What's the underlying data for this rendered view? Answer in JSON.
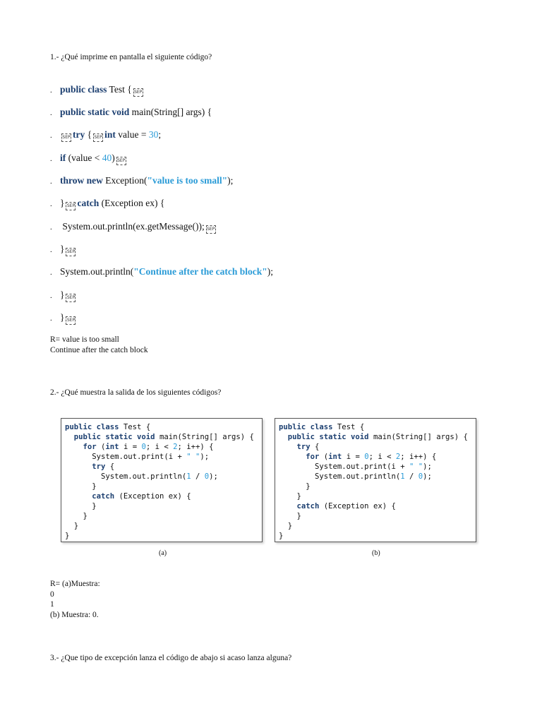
{
  "q1": {
    "title": "1.- ¿Qué imprime en pantalla el siguiente código?",
    "bullet": ".",
    "sep_label": "SEP",
    "answer_lines": [
      "R= value is too small",
      "Continue after the catch block"
    ]
  },
  "q1_code": {
    "l1_kw": "public class",
    "l1_rest": " Test {",
    "l2_kw": "public static void",
    "l2_rest": " main(String[] args) {",
    "l3_kw1": "try",
    "l3_mid": " {",
    "l3_kw2": "int",
    "l3_rest1": " value = ",
    "l3_num": "30",
    "l3_rest2": ";",
    "l4_kw": "if",
    "l4_rest1": " (value < ",
    "l4_num": "40",
    "l4_rest2": ")",
    "l5_kw": "throw new",
    "l5_rest1": " Exception(",
    "l5_str": "\"value is too small\"",
    "l5_rest2": ");",
    "l6_pre": "}",
    "l6_kw": "catch",
    "l6_rest": " (Exception ex) {",
    "l7_text": " System.out.println(ex.getMessage());",
    "l8_text": "}",
    "l9_pre": "System.out.println(",
    "l9_str": "\"Continue after the catch block\"",
    "l9_post": ");",
    "l10_text": "}",
    "l11_text": "}"
  },
  "q2": {
    "title": "2.- ¿Qué muestra la salida de los siguientes códigos?",
    "caption_a": "(a)",
    "caption_b": "(b)",
    "answer_lines": [
      "R= (a)Muestra:",
      "0",
      "1",
      "(b) Muestra: 0."
    ]
  },
  "q3": {
    "title": "3.- ¿Que tipo de excepción lanza el código de abajo si acaso lanza alguna?"
  },
  "code_a": {
    "t1": "public class",
    "t1b": " Test {",
    "t2": "  public static void",
    "t2b": " main(String[] args) {",
    "t3a": "    for",
    "t3b": " (",
    "t3c": "int",
    "t3d": " i = ",
    "t3e": "0",
    "t3f": "; i < ",
    "t3g": "2",
    "t3h": "; i++) {",
    "t4a": "      System.out.print(i + ",
    "t4b": "\" \"",
    "t4c": ");",
    "t5": "      try",
    "t5b": " {",
    "t6a": "        System.out.println(",
    "t6b": "1",
    "t6c": " / ",
    "t6d": "0",
    "t6e": ");",
    "t7": "      }",
    "t8": "      catch",
    "t8b": " (Exception ex) {",
    "t9": "      }",
    "t10": "    }",
    "t11": "  }",
    "t12": "}"
  },
  "code_b": {
    "t1": "public class",
    "t1b": " Test {",
    "t2": "  public static void",
    "t2b": " main(String[] args) {",
    "t3": "    try",
    "t3b": " {",
    "t4a": "      for",
    "t4b": " (",
    "t4c": "int",
    "t4d": " i = ",
    "t4e": "0",
    "t4f": "; i < ",
    "t4g": "2",
    "t4h": "; i++) {",
    "t5a": "        System.out.print(i + ",
    "t5b": "\" \"",
    "t5c": ");",
    "t6a": "        System.out.println(",
    "t6b": "1",
    "t6c": " / ",
    "t6d": "0",
    "t6e": ");",
    "t7": "      }",
    "t8": "    }",
    "t9": "    catch",
    "t9b": " (Exception ex) {",
    "t10": "    }",
    "t11": "  }",
    "t12": "}"
  }
}
